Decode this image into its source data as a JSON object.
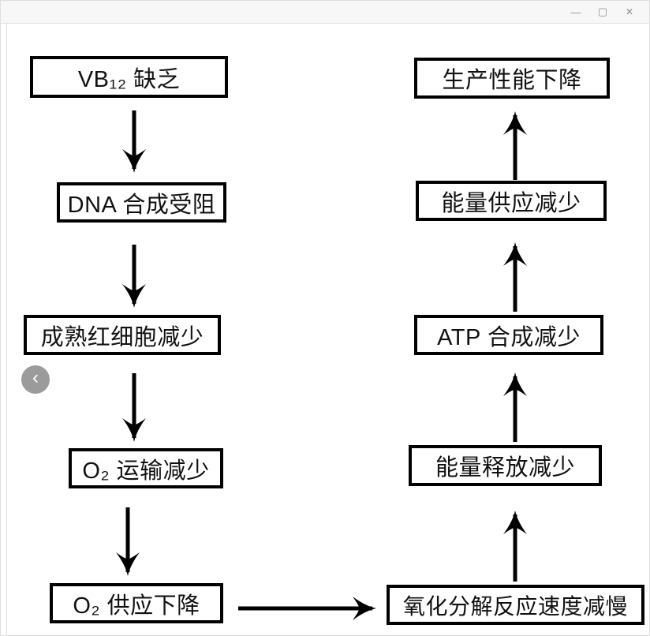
{
  "window": {
    "minimize_glyph": "—",
    "maximize_glyph": "▢",
    "close_glyph": "✕"
  },
  "nav": {
    "back_glyph": "‹"
  },
  "flowchart": {
    "left_column": [
      {
        "label": "VB₁₂ 缺乏"
      },
      {
        "label": "DNA 合成受阻"
      },
      {
        "label": "成熟红细胞减少"
      },
      {
        "label": "O₂ 运输减少"
      },
      {
        "label": "O₂ 供应下降"
      }
    ],
    "right_column": [
      {
        "label": "生产性能下降"
      },
      {
        "label": "能量供应减少"
      },
      {
        "label": "ATP 合成减少"
      },
      {
        "label": "能量释放减少"
      },
      {
        "label": "氧化分解反应速度减慢"
      }
    ],
    "colors": {
      "box_border": "#000000",
      "box_background": "#ffffff",
      "arrow": "#000000",
      "titlebar_background": "#f7f7f7"
    }
  }
}
